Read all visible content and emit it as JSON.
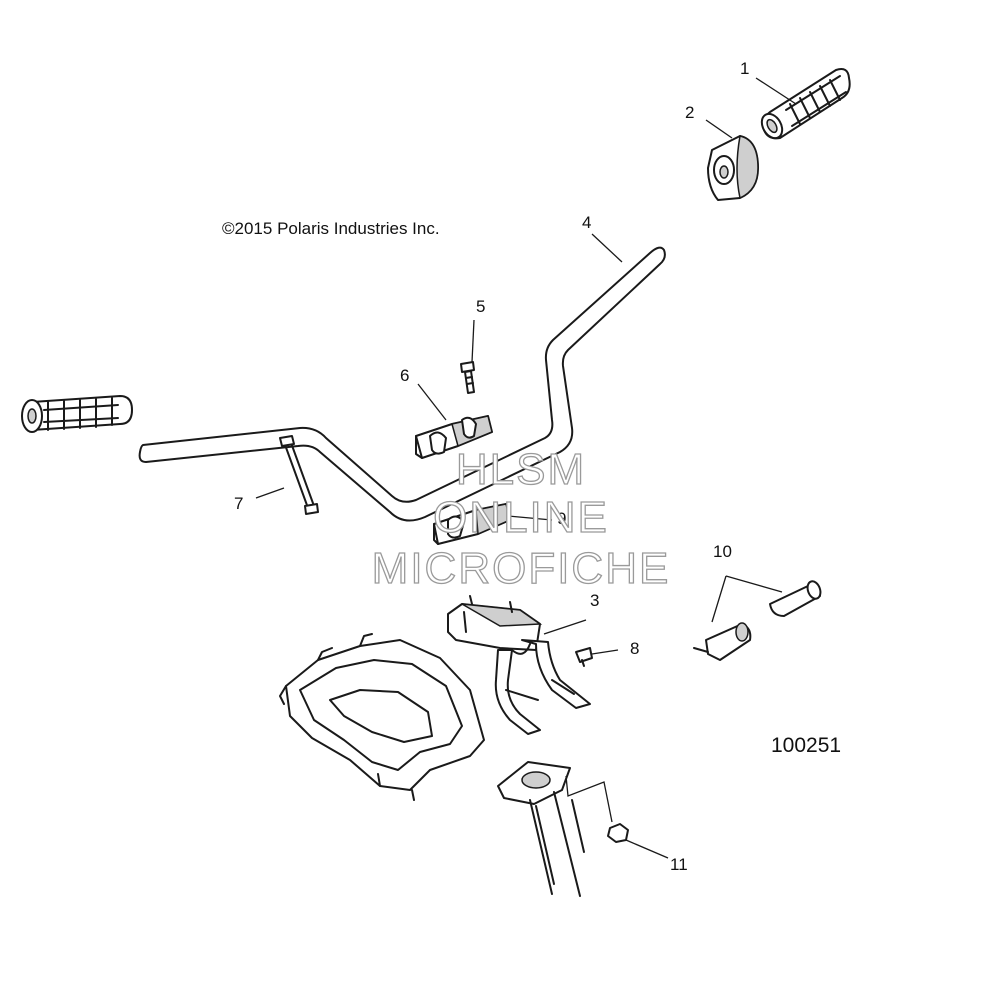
{
  "copyright": "©2015 Polaris Industries Inc.",
  "reference_number": "100251",
  "watermark": {
    "line1": "HLSM",
    "line2": "ONLINE",
    "line3": "MICROFICHE"
  },
  "callouts": {
    "c1": "1",
    "c2": "2",
    "c3": "3",
    "c4": "4",
    "c5": "5",
    "c6": "6",
    "c7": "7",
    "c8": "8",
    "c9": "9",
    "c10": "10",
    "c11": "11"
  }
}
